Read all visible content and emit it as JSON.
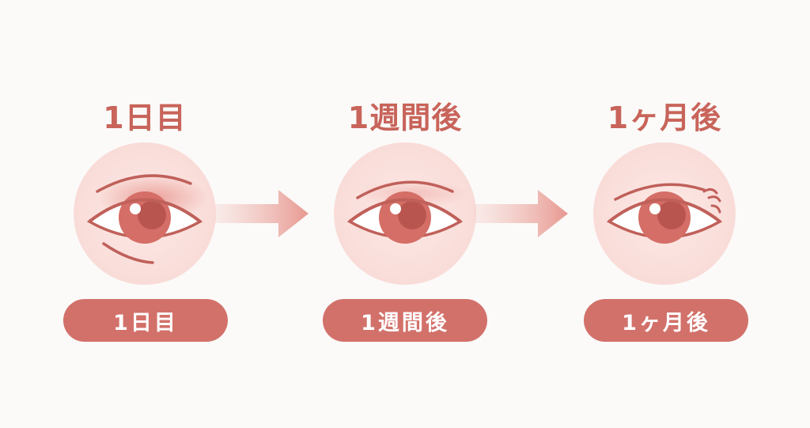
{
  "stages": [
    {
      "heading": "1日目",
      "label": "1日目",
      "swelling": "high"
    },
    {
      "heading": "1週間後",
      "label": "1週間後",
      "swelling": "medium"
    },
    {
      "heading": "1ヶ月後",
      "label": "1ヶ月後",
      "swelling": "none"
    }
  ],
  "colors": {
    "accent": "#c8645a",
    "pill": "#d2716a",
    "circle": "#fbe3e0",
    "background": "#fbfaf9"
  }
}
